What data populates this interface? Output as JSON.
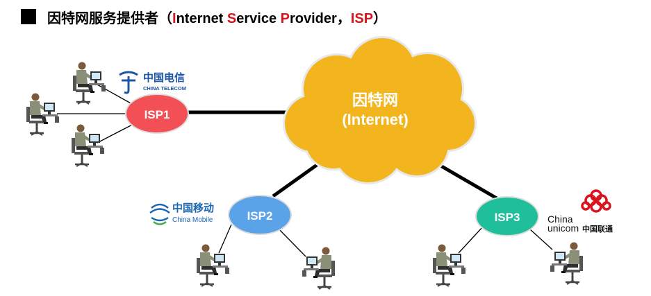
{
  "title": {
    "main": "因特网服务提供者",
    "open_paren": "（",
    "en_parts": [
      {
        "text": "I",
        "red": true
      },
      {
        "text": "nternet ",
        "red": false
      },
      {
        "text": "S",
        "red": true
      },
      {
        "text": "ervice ",
        "red": false
      },
      {
        "text": "P",
        "red": true
      },
      {
        "text": "rovider，",
        "red": false
      },
      {
        "text": "ISP",
        "red": true
      }
    ],
    "close_paren": "）"
  },
  "internet": {
    "label_cn": "因特网",
    "label_en": "(Internet)",
    "color": "#f2b51e"
  },
  "isps": [
    {
      "id": "isp1",
      "label": "ISP1",
      "color": "#f24f57"
    },
    {
      "id": "isp2",
      "label": "ISP2",
      "color": "#5ba3e8"
    },
    {
      "id": "isp3",
      "label": "ISP3",
      "color": "#1fbf9b"
    }
  ],
  "logos": {
    "telecom": {
      "cn": "中国电信",
      "en": "CHINA TELECOM",
      "color": "#1a55a6"
    },
    "mobile": {
      "cn": "中国移动",
      "en": "China Mobile",
      "color": "#1a66b3"
    },
    "unicom": {
      "en_top": "China",
      "en_bottom": "unicom",
      "cn": "中国联通",
      "color": "#d9141c"
    }
  },
  "icons": {
    "user": "user-at-computer-icon"
  }
}
